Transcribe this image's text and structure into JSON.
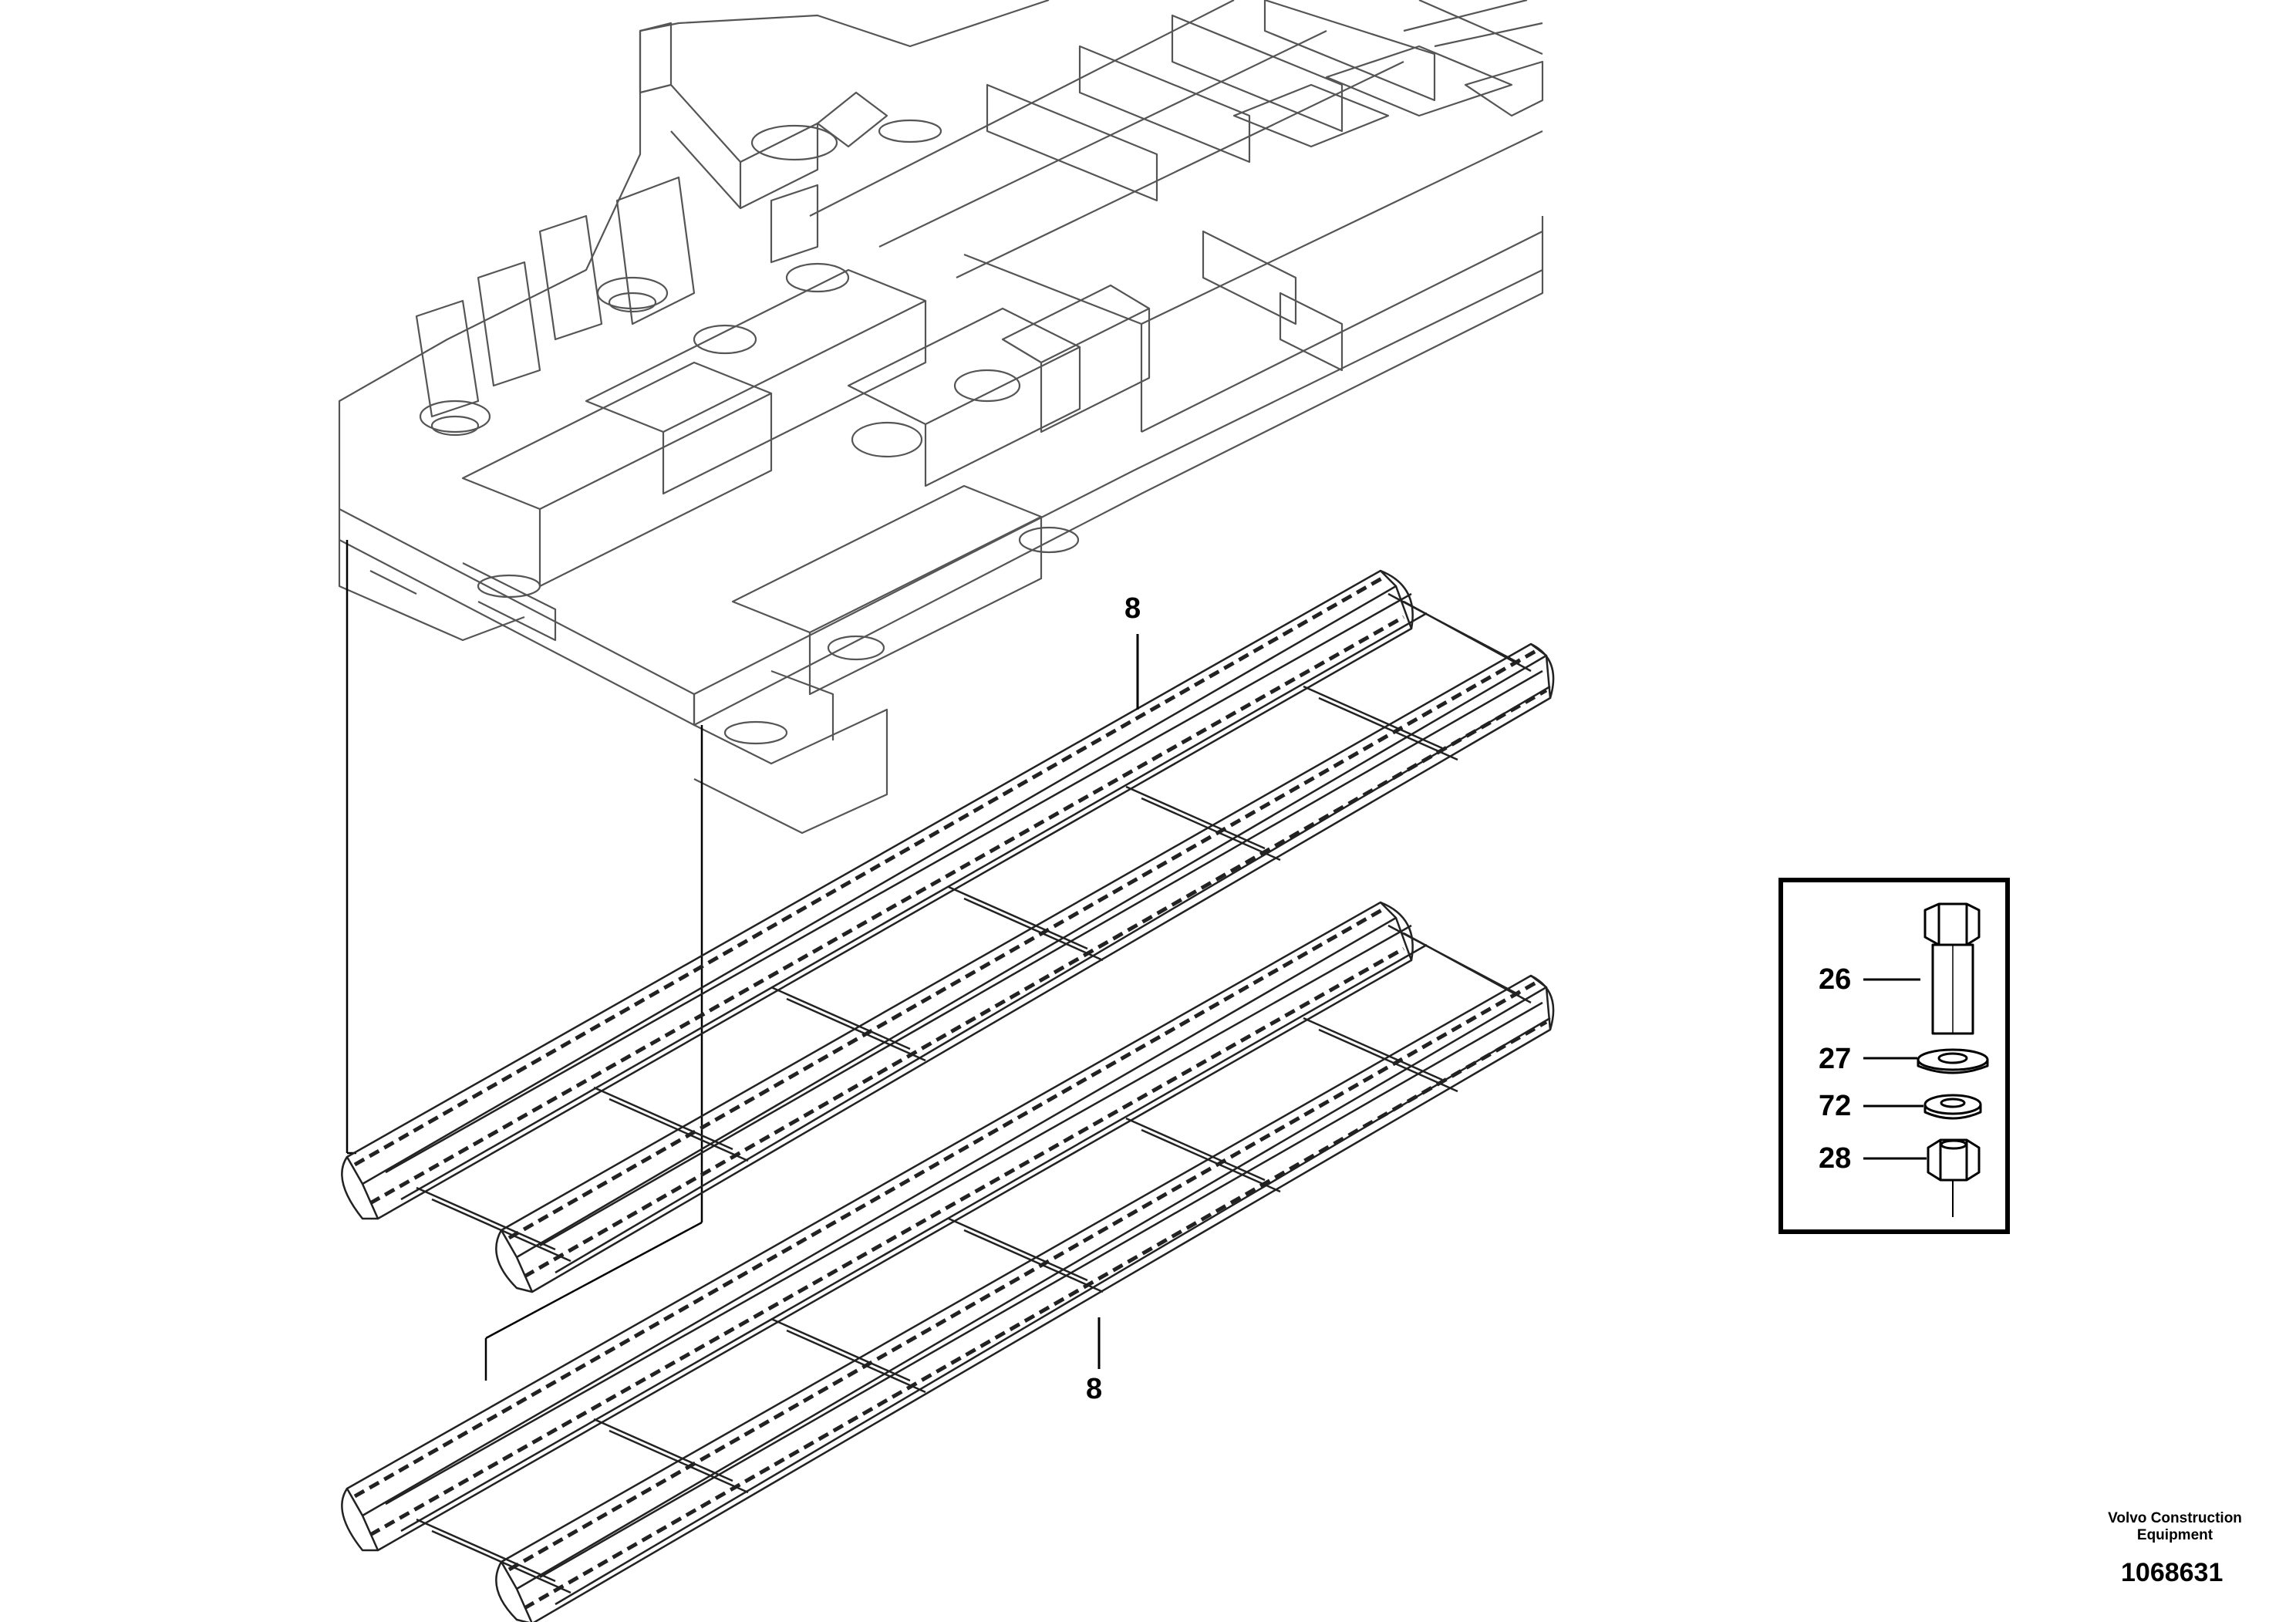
{
  "diagram": {
    "callouts": {
      "chain_upper": "8",
      "chain_lower": "8"
    },
    "inset": {
      "items": [
        {
          "number": "26",
          "part": "bolt"
        },
        {
          "number": "27",
          "part": "washer"
        },
        {
          "number": "72",
          "part": "washer"
        },
        {
          "number": "28",
          "part": "nut"
        }
      ]
    },
    "footer": {
      "brand_line1": "Volvo Construction",
      "brand_line2": "Equipment",
      "document_number": "1068631"
    }
  }
}
